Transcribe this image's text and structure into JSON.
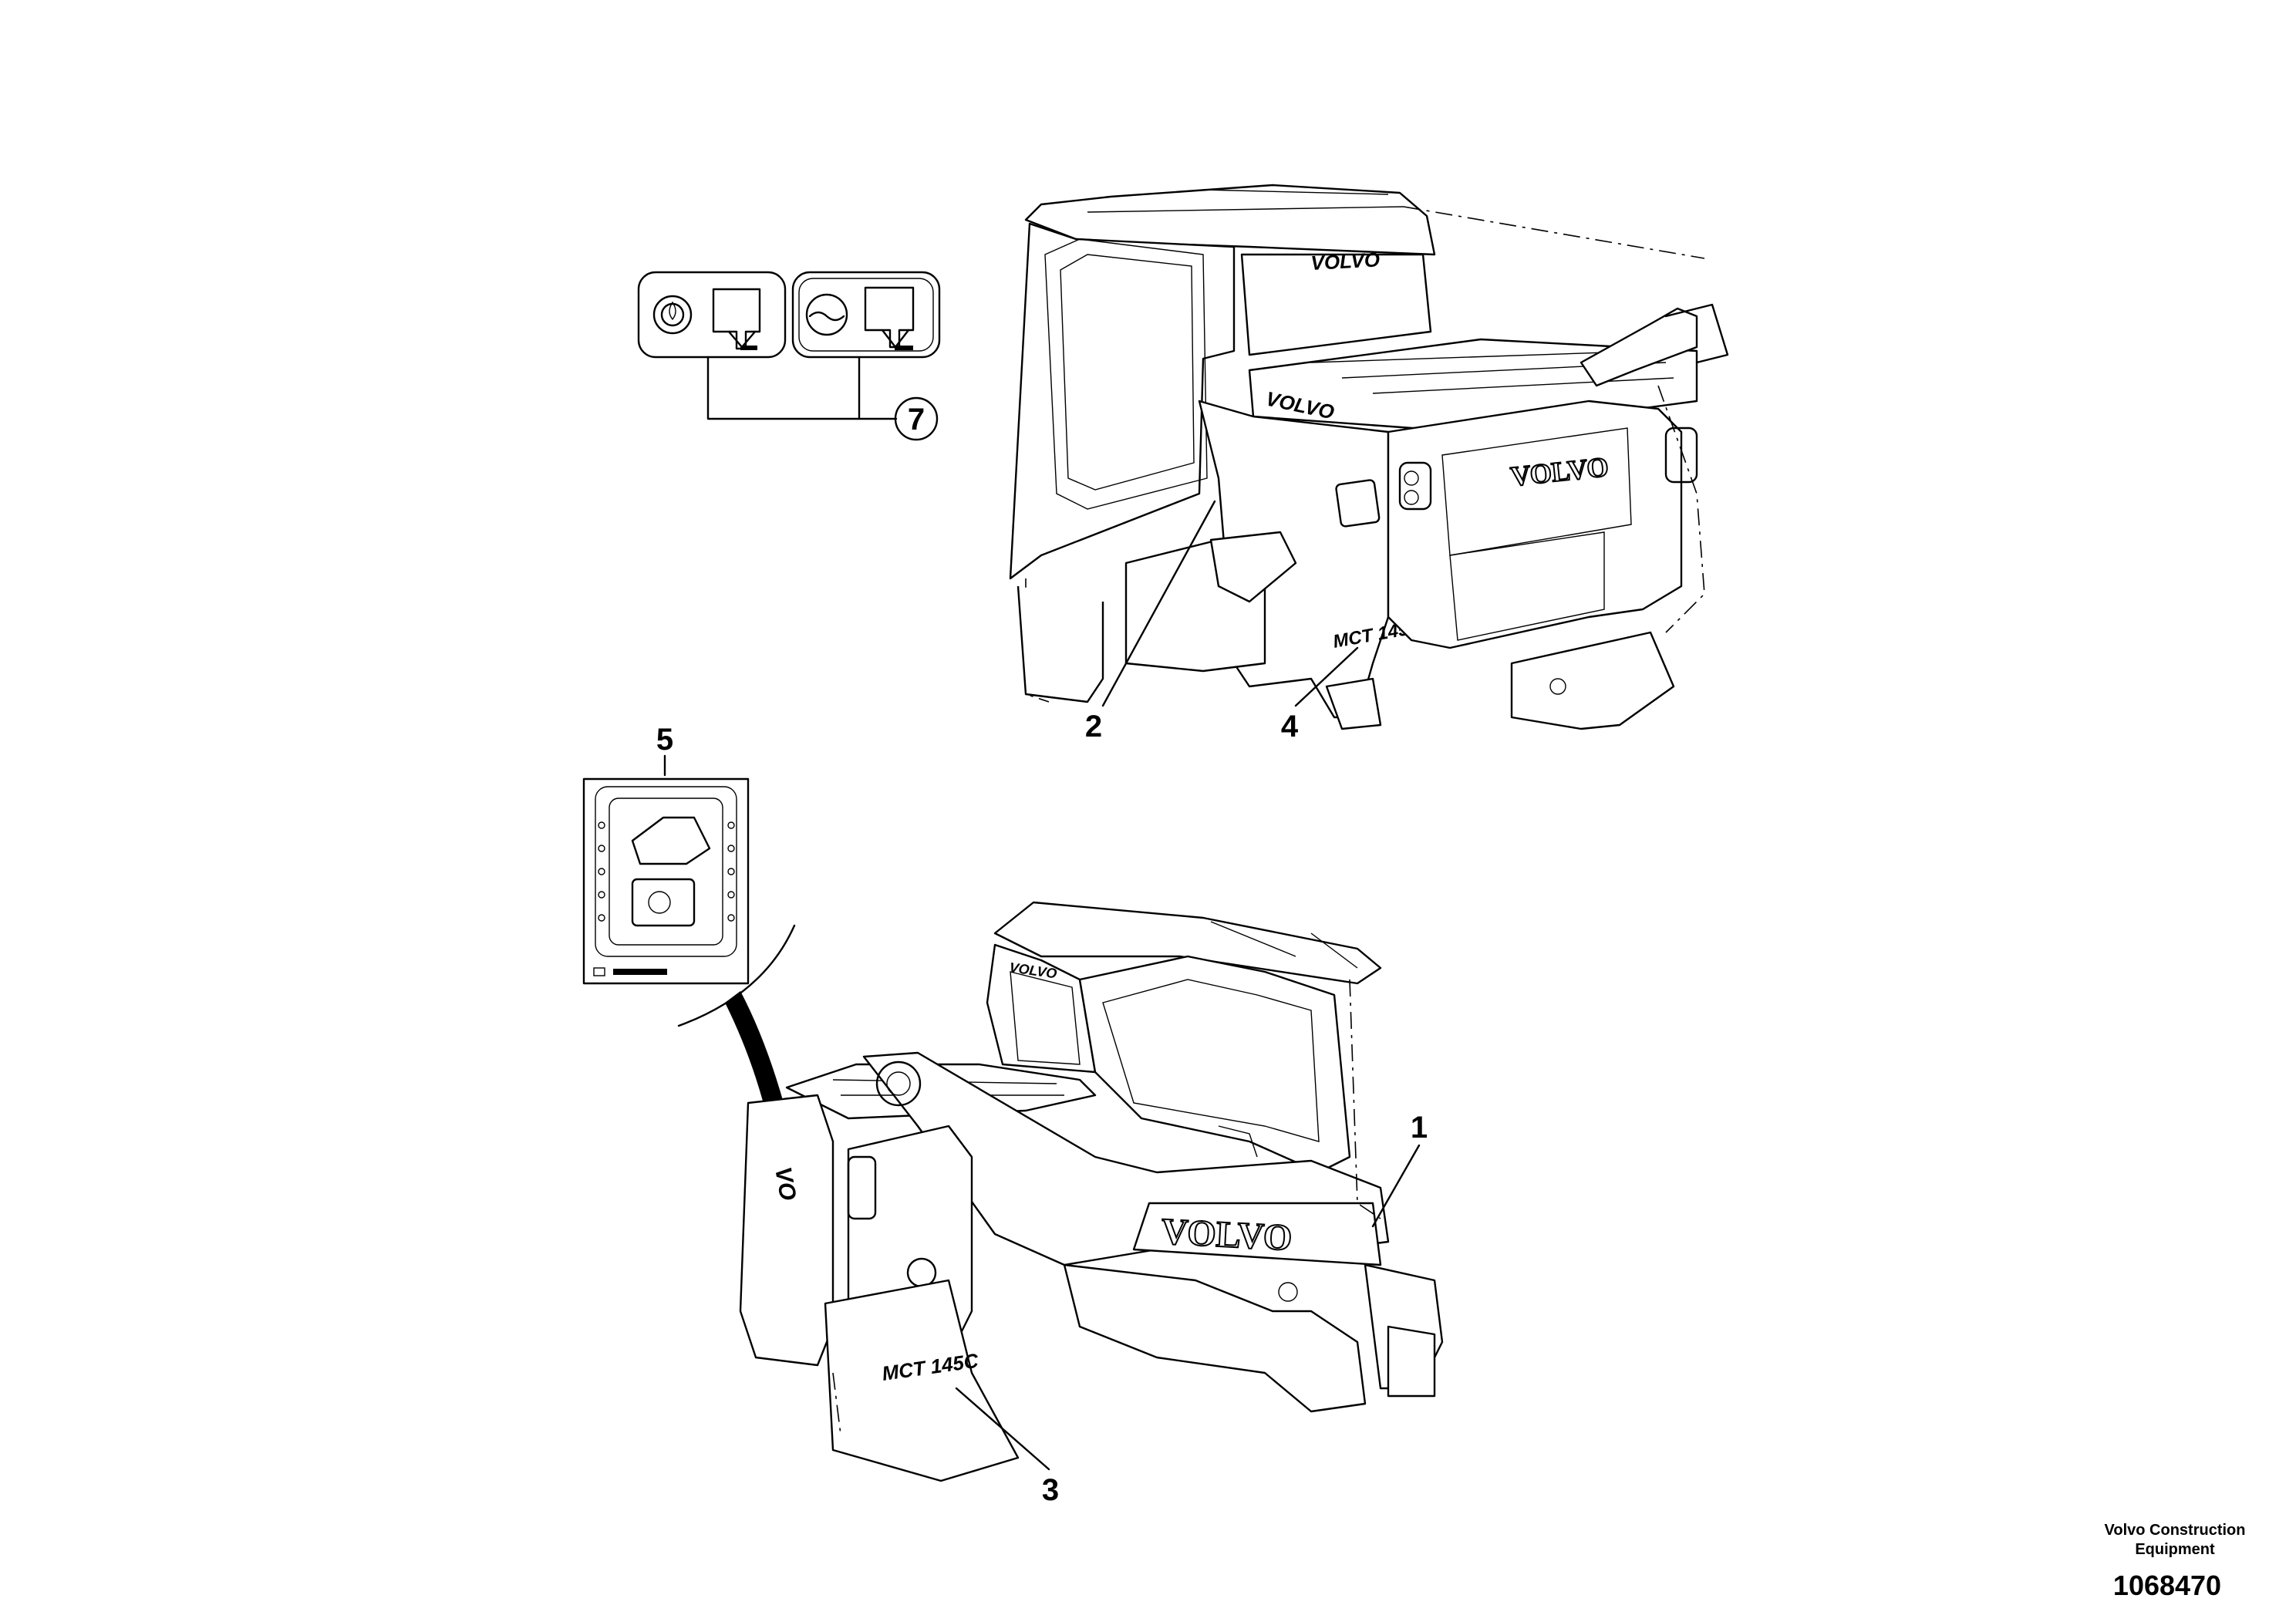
{
  "callouts": {
    "c1": "1",
    "c2": "2",
    "c3": "3",
    "c4": "4",
    "c5": "5",
    "c7": "7"
  },
  "decals": {
    "brand_rear": "VOLVO",
    "brand_cab_top": "VOLVO",
    "brand_cab_side": "VOLVO",
    "brand_boom": "VOLVO",
    "brand_rear_partial": "VO",
    "model_rear": "MCT 145C",
    "model_front": "MCT 145C"
  },
  "footer": {
    "company_line1": "Volvo Construction",
    "company_line2": "Equipment",
    "part_number": "1068470"
  },
  "icons": {
    "engine_oil_drain": "engine-oil-drain-icon",
    "coolant_drain": "coolant-drain-icon",
    "service_chart": "service-chart-decal-icon"
  }
}
